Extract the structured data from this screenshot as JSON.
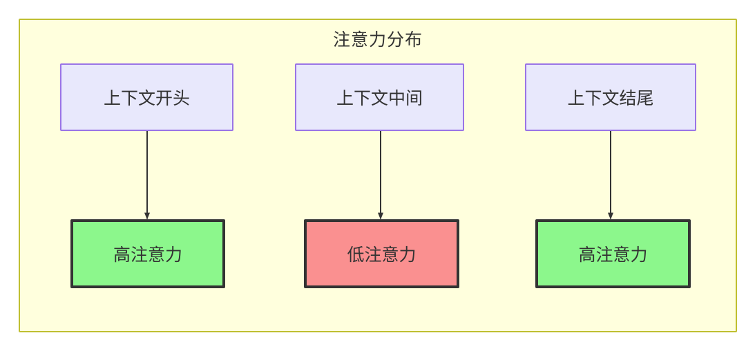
{
  "diagram": {
    "title": "注意力分布",
    "colors": {
      "container_bg": "#ffffdd",
      "container_border": "#bfbf30",
      "source_bg": "#e8e8fc",
      "source_border": "#9a74e6",
      "high_attention_bg": "#8cf78c",
      "low_attention_bg": "#fa9090",
      "outcome_border": "#333333",
      "edge": "#333333",
      "text": "#333333"
    },
    "nodes": {
      "sources": [
        {
          "id": "context-start",
          "label": "上下文开头"
        },
        {
          "id": "context-middle",
          "label": "上下文中间"
        },
        {
          "id": "context-end",
          "label": "上下文结尾"
        }
      ],
      "outcomes": [
        {
          "id": "high-attention-start",
          "label": "高注意力",
          "level": "high"
        },
        {
          "id": "low-attention-middle",
          "label": "低注意力",
          "level": "low"
        },
        {
          "id": "high-attention-end",
          "label": "高注意力",
          "level": "high"
        }
      ]
    },
    "edges": [
      {
        "from": "context-start",
        "to": "high-attention-start",
        "label": ""
      },
      {
        "from": "context-middle",
        "to": "low-attention-middle",
        "label": ""
      },
      {
        "from": "context-end",
        "to": "high-attention-end",
        "label": ""
      }
    ]
  }
}
